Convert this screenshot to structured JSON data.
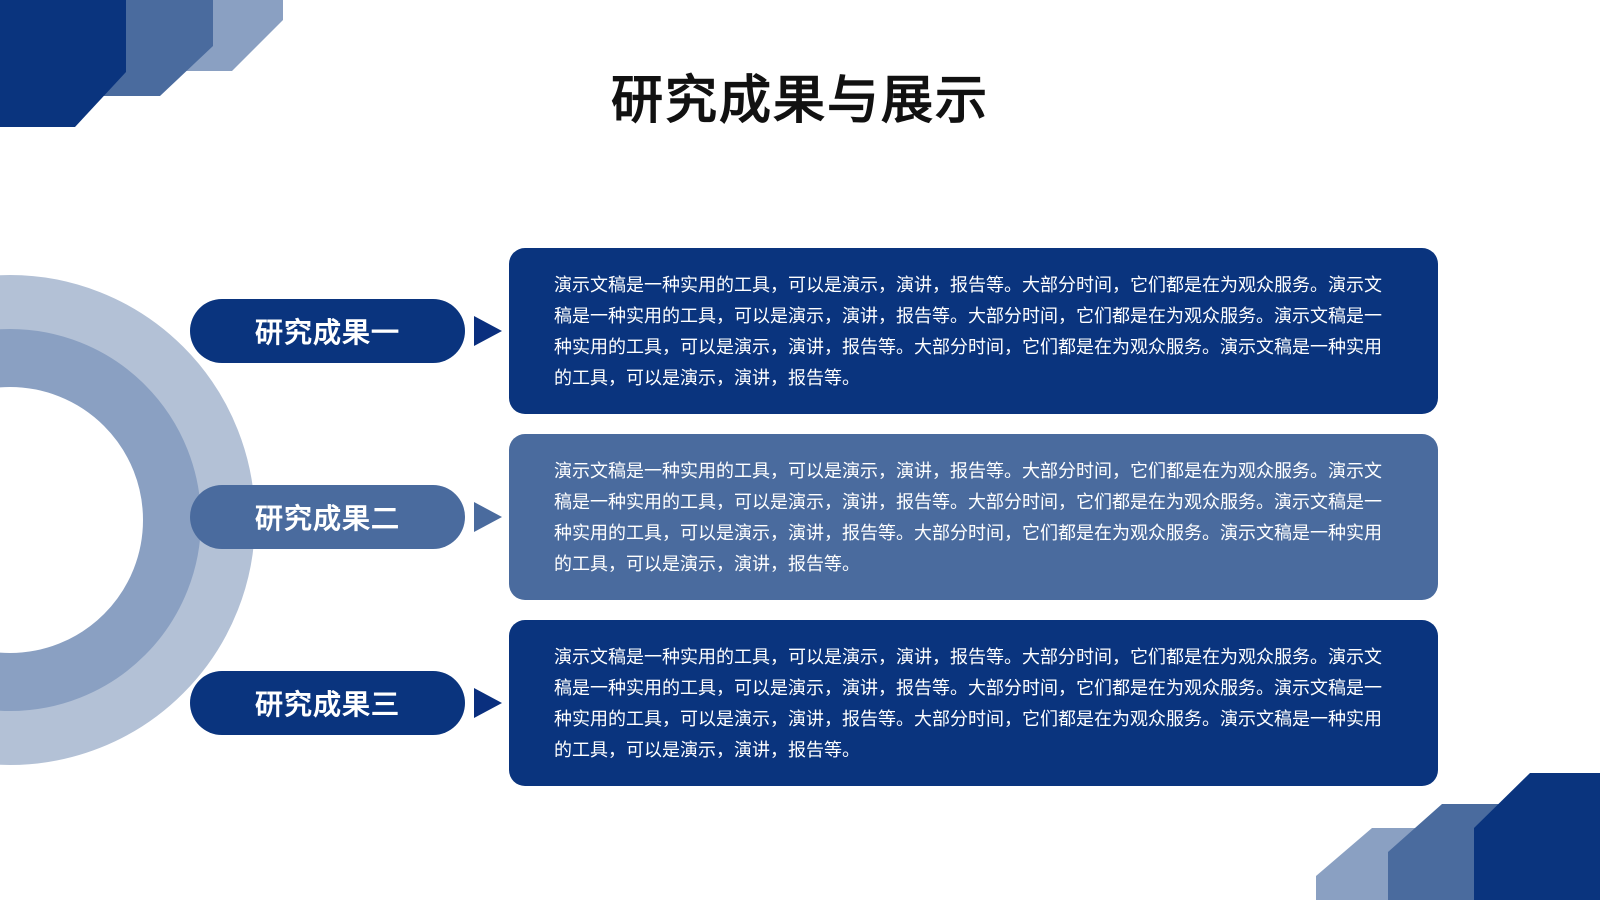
{
  "page": {
    "title": "研究成果与展示"
  },
  "colors": {
    "primary": "#0a347e",
    "secondary": "#4a6b9e",
    "light": "#8aa0c2",
    "pale": "#b3c1d6"
  },
  "results": [
    {
      "label": "研究成果一",
      "text": "演示文稿是一种实用的工具，可以是演示，演讲，报告等。大部分时间，它们都是在为观众服务。演示文稿是一种实用的工具，可以是演示，演讲，报告等。大部分时间，它们都是在为观众服务。演示文稿是一种实用的工具，可以是演示，演讲，报告等。大部分时间，它们都是在为观众服务。演示文稿是一种实用的工具，可以是演示，演讲，报告等。"
    },
    {
      "label": "研究成果二",
      "text": "演示文稿是一种实用的工具，可以是演示，演讲，报告等。大部分时间，它们都是在为观众服务。演示文稿是一种实用的工具，可以是演示，演讲，报告等。大部分时间，它们都是在为观众服务。演示文稿是一种实用的工具，可以是演示，演讲，报告等。大部分时间，它们都是在为观众服务。演示文稿是一种实用的工具，可以是演示，演讲，报告等。"
    },
    {
      "label": "研究成果三",
      "text": "演示文稿是一种实用的工具，可以是演示，演讲，报告等。大部分时间，它们都是在为观众服务。演示文稿是一种实用的工具，可以是演示，演讲，报告等。大部分时间，它们都是在为观众服务。演示文稿是一种实用的工具，可以是演示，演讲，报告等。大部分时间，它们都是在为观众服务。演示文稿是一种实用的工具，可以是演示，演讲，报告等。"
    }
  ]
}
